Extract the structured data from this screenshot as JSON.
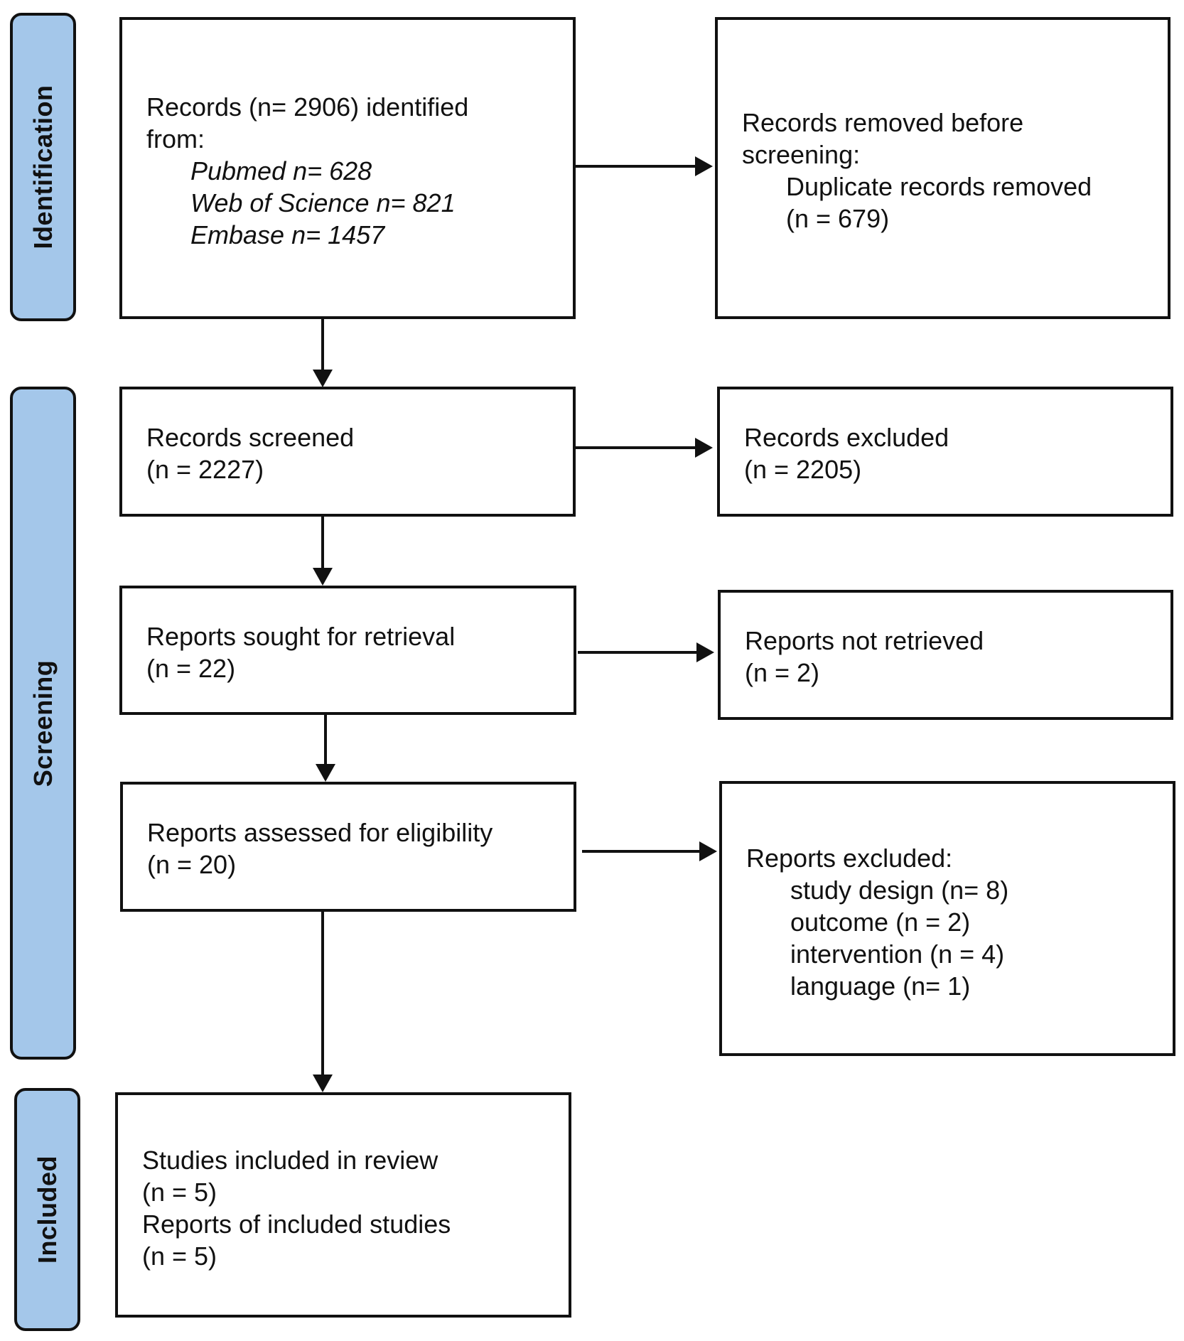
{
  "phases": {
    "identification": "Identification",
    "screening": "Screening",
    "included": "Included"
  },
  "boxes": {
    "records_identified": {
      "title_line1": "Records (n= 2906) identified",
      "title_line2": "from:",
      "sources": [
        "Pubmed n= 628",
        "Web of Science n= 821",
        "Embase n= 1457"
      ]
    },
    "records_removed": {
      "title_line1": "Records removed before",
      "title_line2": "screening:",
      "item_line1": "Duplicate records removed",
      "item_line2": "(n = 679)"
    },
    "records_screened": {
      "line1": "Records screened",
      "line2": "(n = 2227)"
    },
    "records_excluded": {
      "line1": "Records excluded",
      "line2": "(n = 2205)"
    },
    "reports_sought": {
      "line1": "Reports sought for retrieval",
      "line2": "(n = 22)"
    },
    "reports_not_retrieved": {
      "line1": "Reports not retrieved",
      "line2": "(n = 2)"
    },
    "reports_assessed": {
      "line1": "Reports assessed for eligibility",
      "line2": "(n = 20)"
    },
    "reports_excluded": {
      "title": "Reports excluded:",
      "reasons": [
        "study design (n= 8)",
        "outcome (n = 2)",
        "intervention (n = 4)",
        "language (n= 1)"
      ]
    },
    "studies_included": {
      "line1": "Studies included in review",
      "line2": "(n = 5)",
      "line3": "Reports of included studies",
      "line4": "(n = 5)"
    }
  }
}
